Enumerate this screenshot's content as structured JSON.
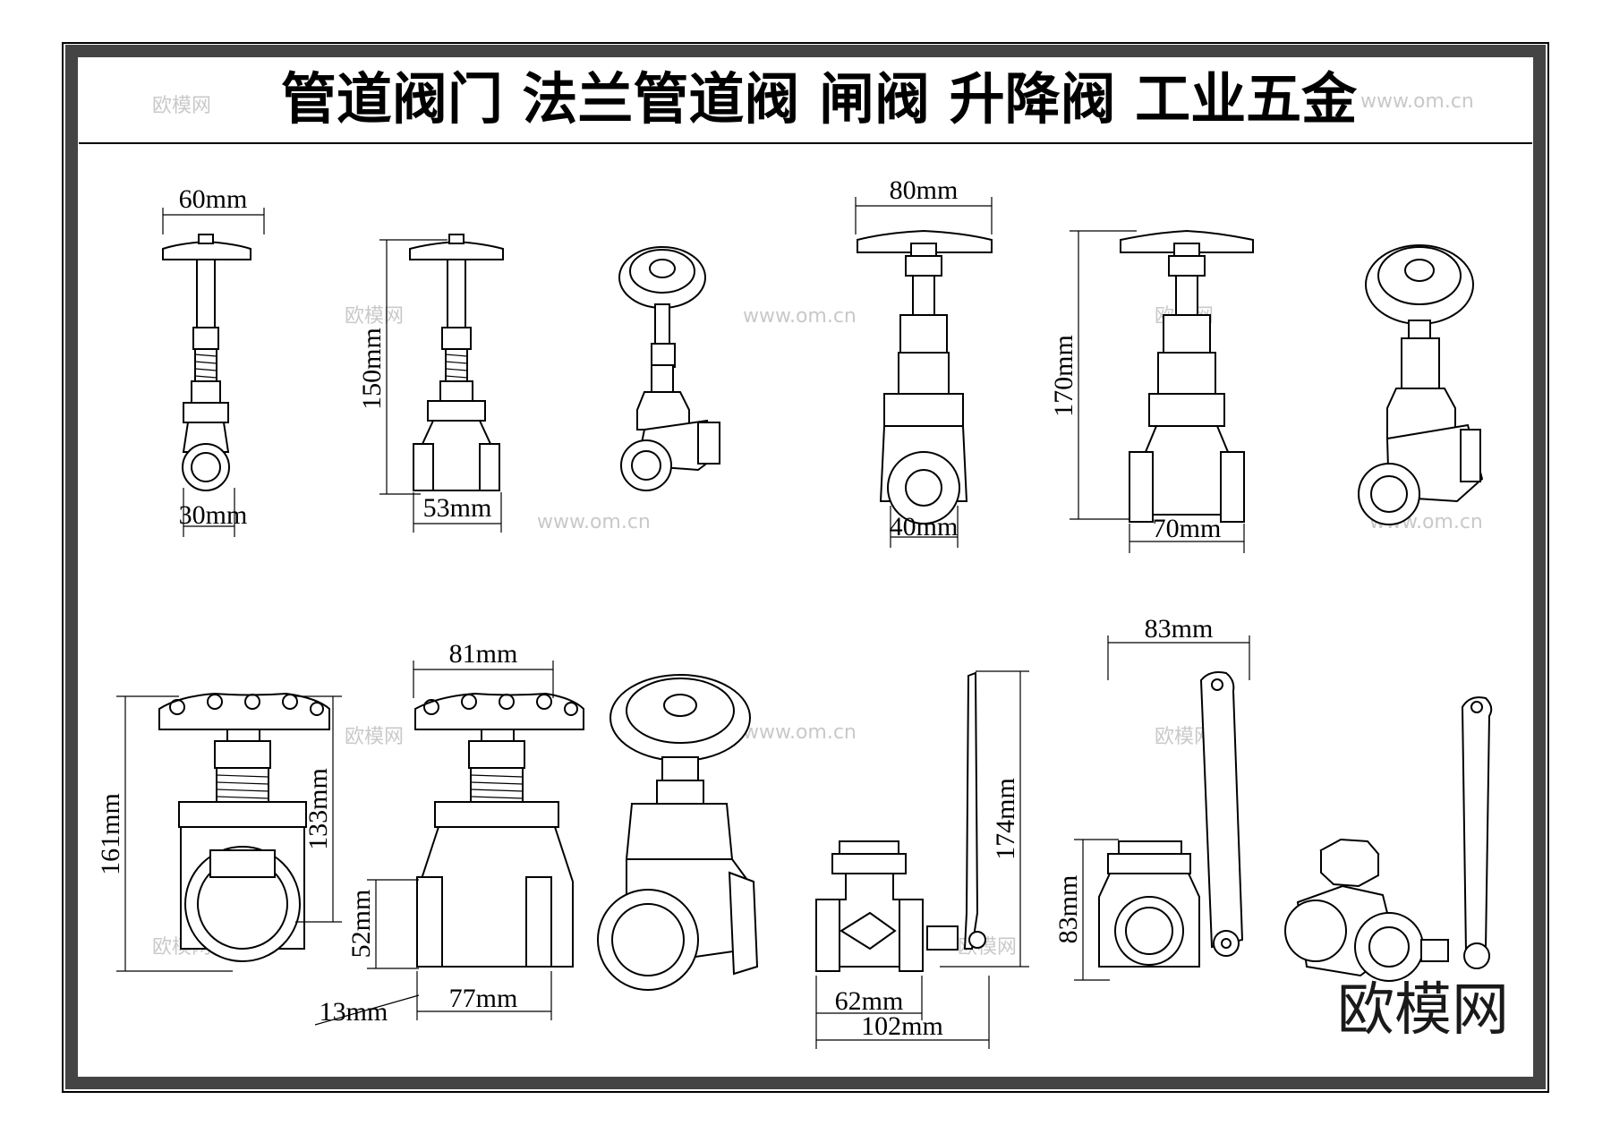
{
  "title": "管道阀门  法兰管道阀  闸阀  升降阀  工业五金",
  "watermark": {
    "cn": "欧模网",
    "url": "www.om.cn"
  },
  "logo": "欧模网",
  "dimensions": {
    "d60": "60mm",
    "d30": "30mm",
    "d150": "150mm",
    "d53": "53mm",
    "d80": "80mm",
    "d40": "40mm",
    "d170": "170mm",
    "d70": "70mm",
    "d161": "161mm",
    "d133": "133mm",
    "d81": "81mm",
    "d52": "52mm",
    "d13": "13mm",
    "d77": "77mm",
    "d174": "174mm",
    "d62": "62mm",
    "d102": "102mm",
    "d83a": "83mm",
    "d83b": "83mm"
  },
  "colors": {
    "frame": "#000000",
    "background": "#ffffff",
    "watermark": "#c9c9c9"
  }
}
